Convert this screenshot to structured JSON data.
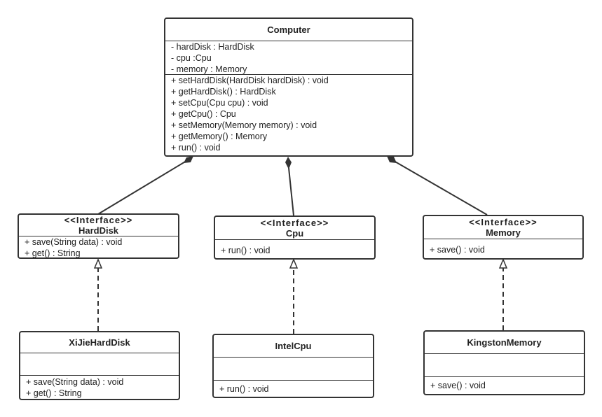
{
  "classes": {
    "computer": {
      "name": "Computer",
      "attributes": [
        "- hardDisk : HardDisk",
        "- cpu :Cpu",
        "- memory : Memory"
      ],
      "methods": [
        "+ setHardDisk(HardDisk hardDisk) : void",
        "+ getHardDisk() : HardDisk",
        "+ setCpu(Cpu cpu) : void",
        "+ getCpu() : Cpu",
        "+ setMemory(Memory memory) : void",
        "+ getMemory() : Memory",
        "+ run() : void"
      ]
    },
    "harddisk": {
      "stereotype": "<<Interface>>",
      "name": "HardDisk",
      "methods": [
        "+ save(String data) : void",
        "+ get() : String"
      ]
    },
    "cpu": {
      "stereotype": "<<Interface>>",
      "name": "Cpu",
      "methods": [
        "+ run() : void"
      ]
    },
    "memory": {
      "stereotype": "<<Interface>>",
      "name": "Memory",
      "methods": [
        "+ save() : void"
      ]
    },
    "xijie": {
      "name": "XiJieHardDisk",
      "methods": [
        "+ save(String data) : void",
        "+ get() : String"
      ]
    },
    "intel": {
      "name": "IntelCpu",
      "methods": [
        "+ run() : void"
      ]
    },
    "kingston": {
      "name": "KingstonMemory",
      "methods": [
        "+ save() : void"
      ]
    }
  },
  "relations": [
    {
      "type": "composition",
      "from": "Computer",
      "to": "HardDisk"
    },
    {
      "type": "composition",
      "from": "Computer",
      "to": "Cpu"
    },
    {
      "type": "composition",
      "from": "Computer",
      "to": "Memory"
    },
    {
      "type": "realization",
      "from": "XiJieHardDisk",
      "to": "HardDisk"
    },
    {
      "type": "realization",
      "from": "IntelCpu",
      "to": "Cpu"
    },
    {
      "type": "realization",
      "from": "KingstonMemory",
      "to": "Memory"
    }
  ],
  "colors": {
    "line": "#333333",
    "background": "#ffffff"
  }
}
